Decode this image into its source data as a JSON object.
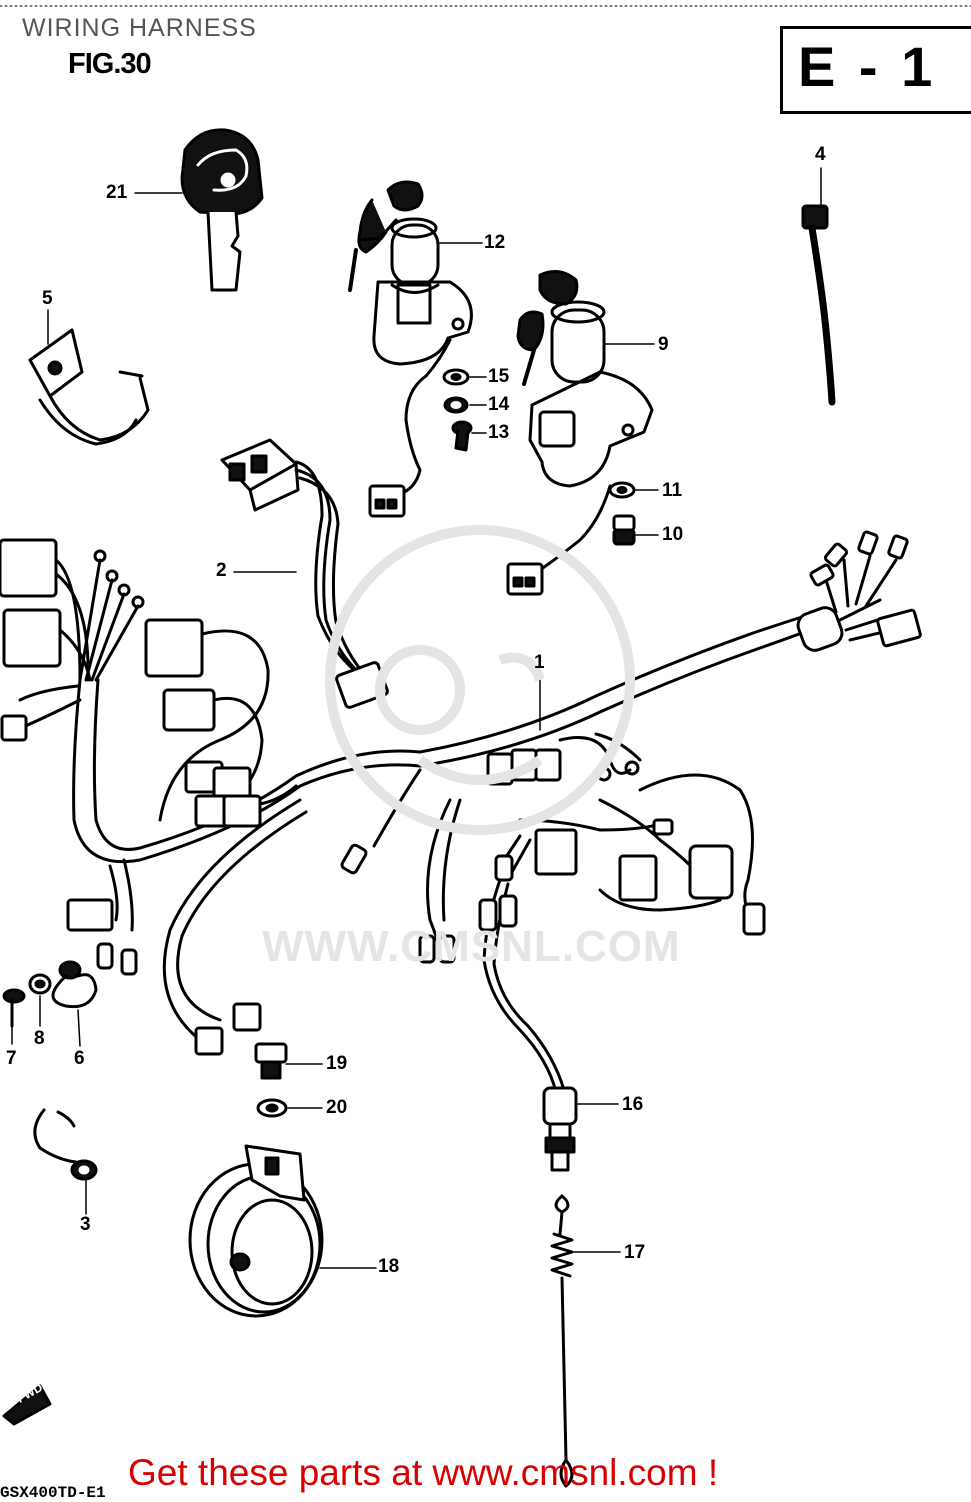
{
  "header": {
    "title": "WIRING HARNESS",
    "figure": "FIG.30",
    "section_code": "E - 1"
  },
  "watermark": "WWW.CMSNL.COM",
  "footer": {
    "cta": "Get these parts at www.cmsnl.com !",
    "model_code": "GSX400TD-E1"
  },
  "fwd_arrow": "FWD",
  "callouts": [
    {
      "id": "21",
      "label": "21"
    },
    {
      "id": "12",
      "label": "12"
    },
    {
      "id": "4",
      "label": "4"
    },
    {
      "id": "5",
      "label": "5"
    },
    {
      "id": "9",
      "label": "9"
    },
    {
      "id": "15",
      "label": "15"
    },
    {
      "id": "14",
      "label": "14"
    },
    {
      "id": "13",
      "label": "13"
    },
    {
      "id": "11",
      "label": "11"
    },
    {
      "id": "10",
      "label": "10"
    },
    {
      "id": "2",
      "label": "2"
    },
    {
      "id": "1",
      "label": "1"
    },
    {
      "id": "7",
      "label": "7"
    },
    {
      "id": "8",
      "label": "8"
    },
    {
      "id": "6",
      "label": "6"
    },
    {
      "id": "19",
      "label": "19"
    },
    {
      "id": "20",
      "label": "20"
    },
    {
      "id": "16",
      "label": "16"
    },
    {
      "id": "3",
      "label": "3"
    },
    {
      "id": "18",
      "label": "18"
    },
    {
      "id": "17",
      "label": "17"
    }
  ],
  "colors": {
    "ink": "#000000",
    "footer_text": "#d80000",
    "watermark": "#e4e4e4",
    "header_text": "#555555"
  }
}
